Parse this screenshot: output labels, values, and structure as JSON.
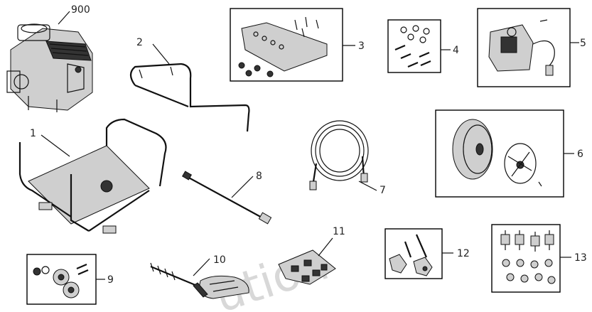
{
  "callouts": {
    "p900": "900",
    "p1": "1",
    "p2": "2",
    "p3": "3",
    "p4": "4",
    "p5": "5",
    "p6": "6",
    "p7": "7",
    "p8": "8",
    "p9": "9",
    "p10": "10",
    "p11": "11",
    "p12": "12",
    "p13": "13"
  },
  "watermark": "ution"
}
